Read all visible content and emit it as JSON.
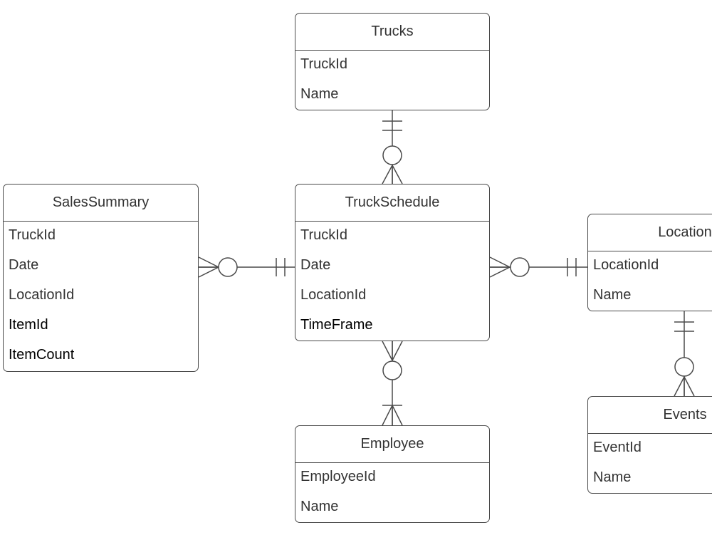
{
  "diagram": {
    "entities": [
      {
        "id": "trucks",
        "title": "Trucks",
        "fields": [
          {
            "name": "TruckId"
          },
          {
            "name": "Name"
          }
        ]
      },
      {
        "id": "truckschedule",
        "title": "TruckSchedule",
        "fields": [
          {
            "name": "TruckId"
          },
          {
            "name": "Date"
          },
          {
            "name": "LocationId"
          },
          {
            "name": "TimeFrame",
            "emphasis": true
          }
        ]
      },
      {
        "id": "salessummary",
        "title": "SalesSummary",
        "fields": [
          {
            "name": "TruckId"
          },
          {
            "name": "Date"
          },
          {
            "name": "LocationId"
          },
          {
            "name": "ItemId",
            "emphasis": true
          },
          {
            "name": "ItemCount",
            "emphasis": true
          }
        ]
      },
      {
        "id": "location",
        "title": "Location",
        "fields": [
          {
            "name": "LocationId"
          },
          {
            "name": "Name"
          }
        ]
      },
      {
        "id": "employee",
        "title": "Employee",
        "fields": [
          {
            "name": "EmployeeId"
          },
          {
            "name": "Name"
          }
        ]
      },
      {
        "id": "events",
        "title": "Events",
        "fields": [
          {
            "name": "EventId"
          },
          {
            "name": "Name"
          }
        ]
      }
    ],
    "relationships": [
      {
        "id": "trucks-truckschedule",
        "from": "trucks",
        "to": "truckschedule",
        "from_cardinality": "exactly-one",
        "to_cardinality": "zero-or-many"
      },
      {
        "id": "truckschedule-salessummary",
        "from": "truckschedule",
        "to": "salessummary",
        "from_cardinality": "exactly-one",
        "to_cardinality": "zero-or-many"
      },
      {
        "id": "location-truckschedule",
        "from": "location",
        "to": "truckschedule",
        "from_cardinality": "exactly-one",
        "to_cardinality": "zero-or-many"
      },
      {
        "id": "employee-truckschedule",
        "from": "employee",
        "to": "truckschedule",
        "from_cardinality": "one-or-many",
        "to_cardinality": "zero-or-many"
      },
      {
        "id": "location-events",
        "from": "location",
        "to": "events",
        "from_cardinality": "exactly-one",
        "to_cardinality": "zero-or-many"
      }
    ],
    "colors": {
      "line": "#4a4a4a",
      "text": "#333333",
      "background": "#ffffff"
    }
  }
}
